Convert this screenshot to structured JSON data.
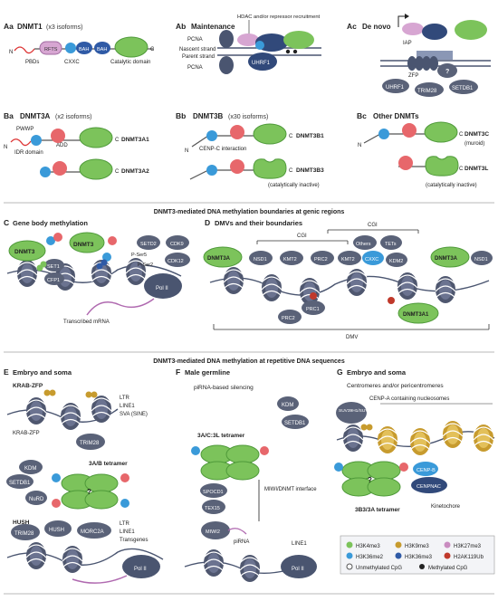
{
  "panels": {
    "aa": {
      "letter": "Aa",
      "title": "DNMT1",
      "sub": "(x3 isoforms)",
      "labels": [
        "RFTS",
        "CXXC",
        "BAH",
        "BAH",
        "N",
        "C",
        "PBDs",
        "Catalytic domain"
      ]
    },
    "ab": {
      "letter": "Ab",
      "title": "Maintenance",
      "labels": [
        "HDAC and/or repressor recruitment",
        "PCNA",
        "Nascent strand",
        "Parent strand",
        "PCNA",
        "UHRF1"
      ]
    },
    "ac": {
      "letter": "Ac",
      "title": "De novo",
      "labels": [
        "IAP",
        "ZFP",
        "?",
        "UHRF1",
        "TRIM28",
        "SETDB1"
      ]
    },
    "ba": {
      "letter": "Ba",
      "title": "DNMT3A",
      "sub": "(x2 isoforms)",
      "labels": [
        "PWWP",
        "ADD",
        "N",
        "C",
        "C",
        "IDR domain",
        "DNMT3A1",
        "DNMT3A2"
      ]
    },
    "bb": {
      "letter": "Bb",
      "title": "DNMT3B",
      "sub": "(x30 isoforms)",
      "labels": [
        "CENP-C interaction",
        "N",
        "C",
        "C",
        "DNMT3B1",
        "DNMT3B3",
        "(catalytically inactive)"
      ]
    },
    "bc": {
      "letter": "Bc",
      "title": "Other DNMTs",
      "labels": [
        "N",
        "C",
        "C",
        "DNMT3C",
        "(muroid)",
        "DNMT3L",
        "(catalytically inactive)"
      ]
    },
    "mid_title": "DNMT3-mediated DNA methylation boundaries at genic regions",
    "c": {
      "letter": "C",
      "title": "Gene body methylation",
      "labels": [
        "DNMT3",
        "DNMT3",
        "SET1",
        "CFP1",
        "SETD2",
        "CDK9",
        "CDK12",
        "P-Ser5",
        "P-Ser2",
        "Pol II",
        "Transcribed mRNA"
      ]
    },
    "d": {
      "letter": "D",
      "title": "DMVs and their boundaries",
      "labels": [
        "CGI",
        "CGI",
        "DNMT3A",
        "NSD1",
        "KMT2",
        "PRC2",
        "KMT2",
        "CXXC",
        "TETs",
        "KDM2",
        "Others",
        "DNMT3A",
        "NSD1",
        "PRC2",
        "PRC1",
        "DNMT3A1",
        "DMV"
      ]
    },
    "rep_title": "DNMT3-mediated DNA methylation at repetitive DNA sequences",
    "e": {
      "letter": "E",
      "title": "Embryo and soma",
      "labels": [
        "KRAB-ZFP",
        "KRAB-ZFP",
        "TRIM28",
        "KDM",
        "SETDB1",
        "NuRD",
        "3A/B tetramer",
        "?",
        "HUSH",
        "TRIM28",
        "HUSH",
        "MORC2A",
        "Pol II"
      ],
      "list1": [
        "LTR",
        "LINE1",
        "SVA (SINE)"
      ],
      "list2": [
        "LTR",
        "LINE1",
        "Transgenes"
      ]
    },
    "f": {
      "letter": "F",
      "title": "Male germline",
      "labels": [
        "piRNA-based silencing",
        "KDM",
        "SETDB1",
        "3A/C:3L tetramer",
        "SPOCD1",
        "TEX15",
        "MIWI2",
        "piRNA",
        "MIWI/DNMT interface",
        "Pol II"
      ],
      "list1": [
        "LINE1"
      ]
    },
    "g": {
      "letter": "G",
      "title": "Embryo and soma",
      "labels": [
        "Centromeres and/or pericentromeres",
        "CENP-A containing nucleosomes",
        "SUV39H1/SUV39H2",
        "CENP-B",
        "CENPNAC",
        "Kinetochore",
        "?",
        "3B3/3A tetramer"
      ]
    },
    "legend": [
      "H3K4me3",
      "H3K9me3",
      "H3K27me3",
      "H3K36me2",
      "H3K36me3",
      "H2AK119Ub",
      "Unmethylated CpG",
      "Methylated CpG"
    ],
    "colors": {
      "green": "#7cc35b",
      "red": "#e7676b",
      "blue": "#3a9ad9",
      "navy": "#31497a",
      "slate": "#4a5570",
      "pink": "#c98cc0",
      "nucleosome": "#5a6278",
      "gold": "#d7b23a"
    }
  }
}
